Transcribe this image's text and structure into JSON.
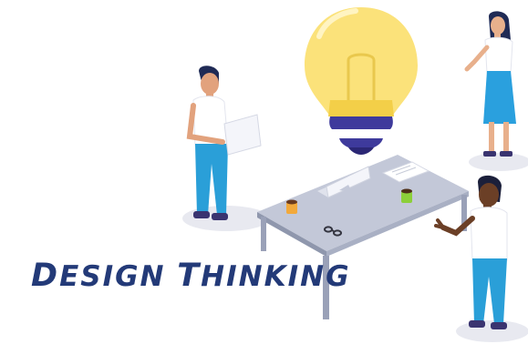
{
  "headline": {
    "word1_initial": "D",
    "word1_rest": "esign",
    "word2_initial": "T",
    "word2_rest": "hinking"
  },
  "colors": {
    "headline": "#233a78",
    "bulb": "#fbe27a",
    "bulb_stripes": "#3e3a9c",
    "shirt": "#ffffff",
    "trousers": "#2a9fd8",
    "skirt": "#2aa0de",
    "table": "#a9b0c4",
    "shadow": "#e8e9f0"
  },
  "scene_items": [
    "light-bulb",
    "table",
    "laptop",
    "papers",
    "mugs",
    "glasses",
    "person-holding-paper",
    "woman-standing",
    "man-gesturing"
  ]
}
